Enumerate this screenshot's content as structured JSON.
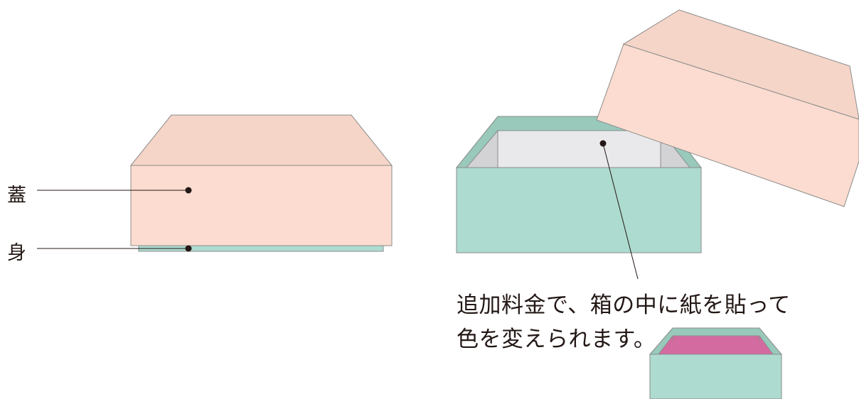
{
  "labels": {
    "lid": "蓋",
    "body": "身"
  },
  "caption": {
    "line1": "追加料金で、箱の中に紙を貼って",
    "line2": "色を変えられます。"
  },
  "colors": {
    "lid_top": "#f5d5c8",
    "lid_front": "#fcdcd0",
    "body": "#addbcf",
    "rim": "#98c9bb",
    "interior_back": "#e9e9ec",
    "interior_side": "#d3d3d5",
    "accent_lining": "#d36ba0",
    "outline": "#8b8b8b",
    "leader": "#231815"
  }
}
